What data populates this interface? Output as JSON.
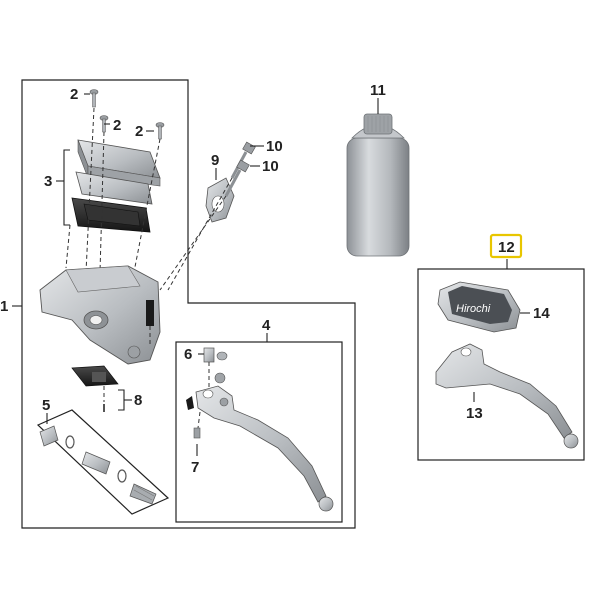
{
  "diagram": {
    "callouts": {
      "c1": "1",
      "c2a": "2",
      "c2b": "2",
      "c2c": "2",
      "c3": "3",
      "c4": "4",
      "c5": "5",
      "c6": "6",
      "c7": "7",
      "c8": "8",
      "c9": "9",
      "c10a": "10",
      "c10b": "10",
      "c11": "11",
      "c12": "12",
      "c13": "13",
      "c14": "14"
    },
    "watermark": "Hirochi",
    "highlight_color": "#e8c600",
    "part_color": "#b8bcc0",
    "dark_part_color": "#2a2a2a"
  }
}
